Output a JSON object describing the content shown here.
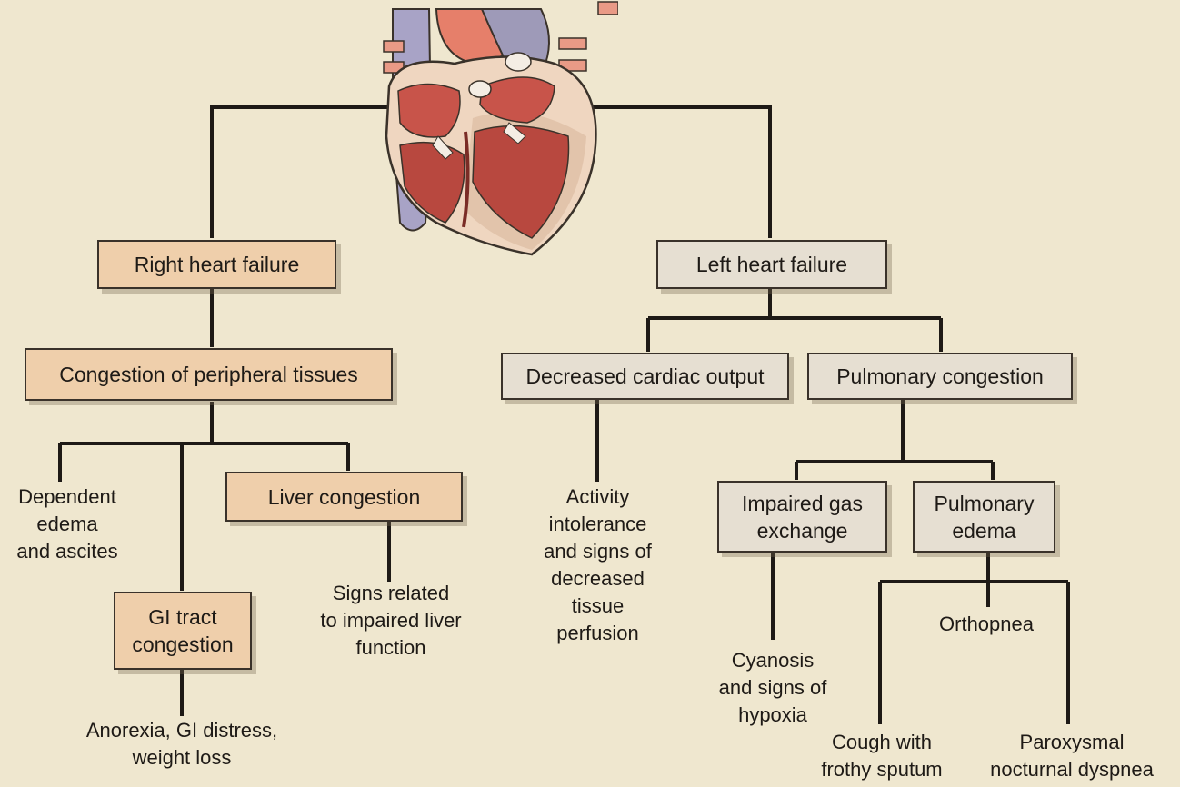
{
  "colors": {
    "background": "#efe7cf",
    "right_side_box": "#efcfab",
    "left_side_box": "#e6dfd2",
    "line": "#1e1a16"
  },
  "illustration": {
    "name": "heart-cross-section"
  },
  "boxes": {
    "right_heart_failure": "Right heart failure",
    "left_heart_failure": "Left heart failure",
    "congestion_peripheral": "Congestion of peripheral tissues",
    "decreased_cardiac_output": "Decreased cardiac output",
    "pulmonary_congestion": "Pulmonary congestion",
    "liver_congestion": "Liver congestion",
    "gi_tract_congestion": "GI tract\ncongestion",
    "impaired_gas_exchange": "Impaired gas\nexchange",
    "pulmonary_edema": "Pulmonary\nedema"
  },
  "outcomes": {
    "dependent_edema": "Dependent\nedema\nand ascites",
    "liver_signs": "Signs related\nto impaired liver\nfunction",
    "gi_signs": "Anorexia, GI distress,\nweight loss",
    "activity_intolerance": "Activity\nintolerance\nand signs of\ndecreased\ntissue\nperfusion",
    "cyanosis": "Cyanosis\nand signs of\nhypoxia",
    "orthopnea": "Orthopnea",
    "cough": "Cough with\nfrothy sputum",
    "paroxysmal": "Paroxysmal\nnocturnal dyspnea"
  }
}
